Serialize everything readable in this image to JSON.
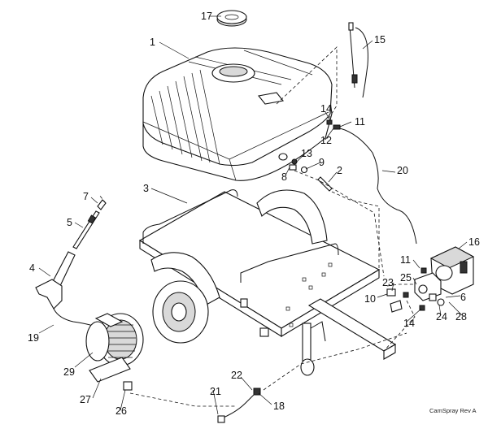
{
  "diagram": {
    "callouts": [
      {
        "key": "tank",
        "label": "1"
      },
      {
        "key": "hose_fitting",
        "label": "2"
      },
      {
        "key": "trailer",
        "label": "3"
      },
      {
        "key": "wand",
        "label": "4"
      },
      {
        "key": "nozzle_extension",
        "label": "5"
      },
      {
        "key": "pump",
        "label": "6"
      },
      {
        "key": "nozzle_tip",
        "label": "7"
      },
      {
        "key": "outlet_fitting",
        "label": "8"
      },
      {
        "key": "washer",
        "label": "9"
      },
      {
        "key": "elbow",
        "label": "10"
      },
      {
        "key": "clamp_top",
        "label": "11"
      },
      {
        "key": "fitting_top",
        "label": "12"
      },
      {
        "key": "nut",
        "label": "13"
      },
      {
        "key": "clamp_a",
        "label": "14"
      },
      {
        "key": "fill_lance",
        "label": "15"
      },
      {
        "key": "engine",
        "label": "16"
      },
      {
        "key": "lid",
        "label": "17"
      },
      {
        "key": "quick_coupler",
        "label": "18"
      },
      {
        "key": "spray_hose",
        "label": "19"
      },
      {
        "key": "suction_hose",
        "label": "20"
      },
      {
        "key": "feed_hose",
        "label": "21"
      },
      {
        "key": "swivel",
        "label": "22"
      },
      {
        "key": "bypass",
        "label": "23"
      },
      {
        "key": "unloader",
        "label": "24"
      },
      {
        "key": "valve",
        "label": "25"
      },
      {
        "key": "reel_fitting",
        "label": "26"
      },
      {
        "key": "bracket",
        "label": "27"
      },
      {
        "key": "pressure_gauge",
        "label": "28"
      },
      {
        "key": "hose_reel",
        "label": "29"
      },
      {
        "key": "clamp_b",
        "label": "11"
      },
      {
        "key": "clamp_c",
        "label": "14"
      }
    ],
    "footer": "CamSpray Rev A"
  }
}
